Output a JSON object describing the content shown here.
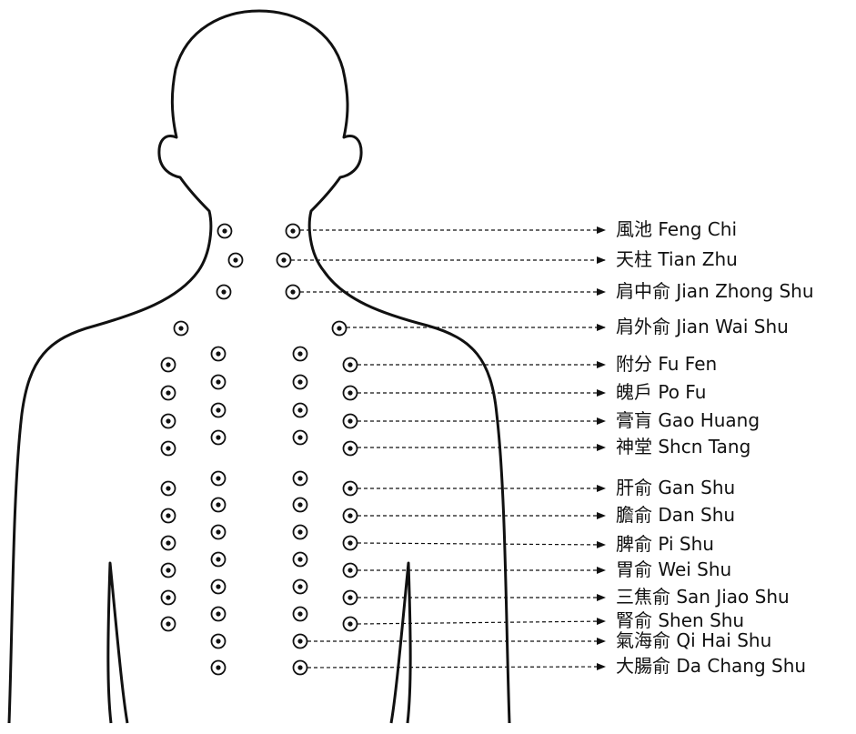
{
  "colors": {
    "ink": "#111111",
    "background": "#ffffff"
  },
  "points": [
    {
      "id": "feng-chi",
      "label": "風池 Feng Chi"
    },
    {
      "id": "tian-zhu",
      "label": "天柱 Tian Zhu"
    },
    {
      "id": "jian-zhong-shu",
      "label": "肩中俞 Jian Zhong Shu"
    },
    {
      "id": "jian-wai-shu",
      "label": "肩外俞 Jian Wai Shu"
    },
    {
      "id": "fu-fen",
      "label": "附分 Fu Fen"
    },
    {
      "id": "po-fu",
      "label": "魄戶 Po Fu"
    },
    {
      "id": "gao-huang",
      "label": "膏肓 Gao Huang"
    },
    {
      "id": "shen-tang",
      "label": "神堂 Shcn Tang"
    },
    {
      "id": "gan-shu",
      "label": "肝俞 Gan Shu"
    },
    {
      "id": "dan-shu",
      "label": "膽俞 Dan Shu"
    },
    {
      "id": "pi-shu",
      "label": "脾俞 Pi Shu"
    },
    {
      "id": "wei-shu",
      "label": "胃俞 Wei Shu"
    },
    {
      "id": "san-jiao-shu",
      "label": "三焦俞 San Jiao Shu"
    },
    {
      "id": "shen-shu",
      "label": "腎俞 Shen Shu"
    },
    {
      "id": "qi-hai-shu",
      "label": "氣海俞 Qi Hai Shu"
    },
    {
      "id": "da-chang-shu",
      "label": "大腸俞 Da Chang Shu"
    }
  ]
}
